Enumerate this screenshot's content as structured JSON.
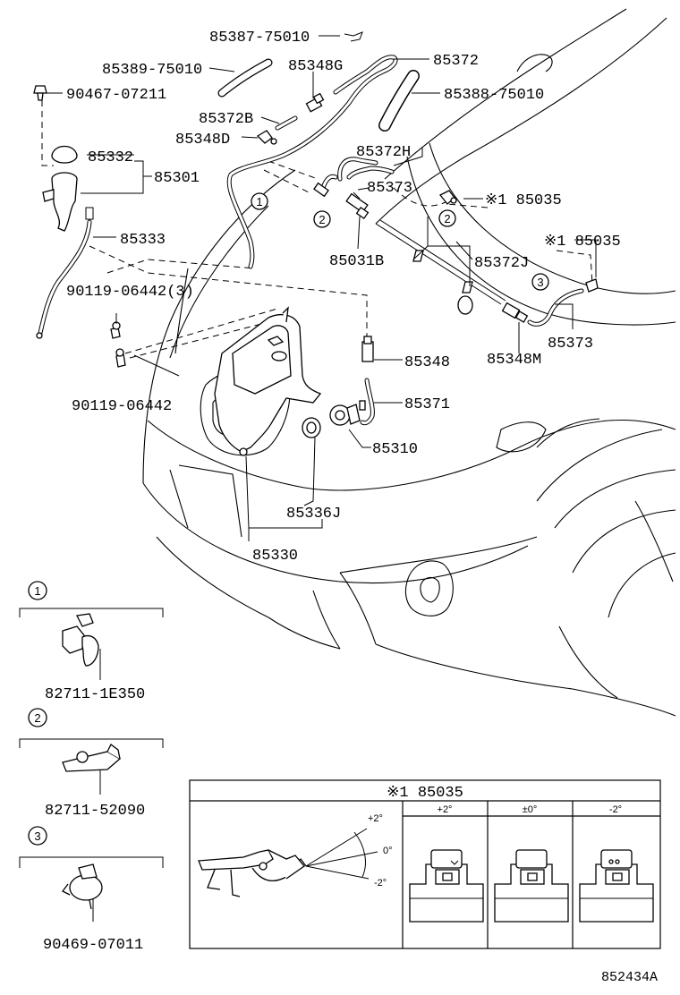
{
  "labels": {
    "p85387": "85387-75010",
    "p85389": "85389-75010",
    "p90467": "90467-07211",
    "p85348G": "85348G",
    "p85372": "85372",
    "p85388": "85388-75010",
    "p85372B": "85372B",
    "p85348D": "85348D",
    "p85332": "85332",
    "p85301": "85301",
    "p85372H": "85372H",
    "p85373a": "85373",
    "p85035a": "※1 85035",
    "p85333": "85333",
    "p85031B": "85031B",
    "p85372J": "85372J",
    "p85035b": "※1 85035",
    "p90119a": "90119-06442(3)",
    "p85373b": "85373",
    "p85348": "85348",
    "p85348M": "85348M",
    "p90119b": "90119-06442",
    "p85371": "85371",
    "p85310": "85310",
    "p85336J": "85336J",
    "p85330": "85330"
  },
  "callouts": [
    {
      "num": "1",
      "part": "82711-1E350"
    },
    {
      "num": "2",
      "part": "82711-52090"
    },
    {
      "num": "3",
      "part": "90469-07011"
    }
  ],
  "inline_circles": [
    "1",
    "2",
    "2",
    "3"
  ],
  "adjust_table": {
    "title": "※1 85035",
    "angles": [
      "+2°",
      "0°",
      "-2°"
    ],
    "columns": [
      "+2°",
      "±0°",
      "-2°"
    ]
  },
  "diagram_code": "852434A"
}
